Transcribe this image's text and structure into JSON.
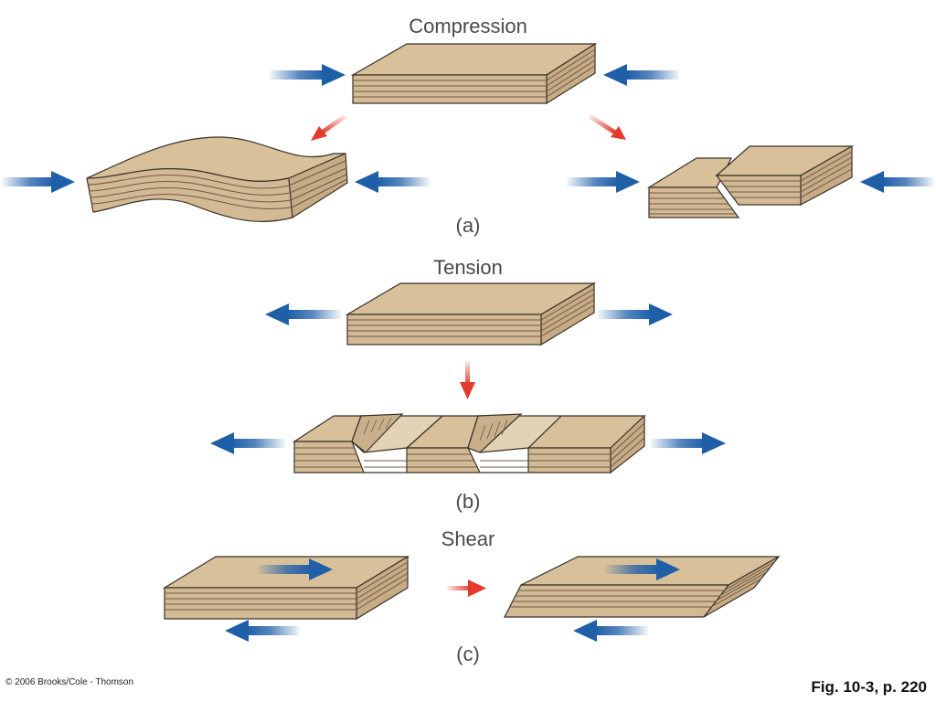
{
  "labels": {
    "compression": "Compression",
    "a": "(a)",
    "tension": "Tension",
    "b": "(b)",
    "shear": "Shear",
    "c": "(c)"
  },
  "footer": {
    "copyright": "© 2006 Brooks/Cole - Thomson",
    "figure_ref": "Fig. 10-3, p. 220"
  },
  "colors": {
    "rock_top": "#d8c09b",
    "rock_side": "#c7ab85",
    "rock_front": "#d3ba95",
    "layer_line": "#6b5a45",
    "outline": "#3a3128",
    "force_arrow": "#1f5fa8",
    "transition_arrow": "#e23b2e"
  },
  "icons": [
    "arrow-right-icon",
    "arrow-left-icon",
    "transition-arrow-icon"
  ]
}
